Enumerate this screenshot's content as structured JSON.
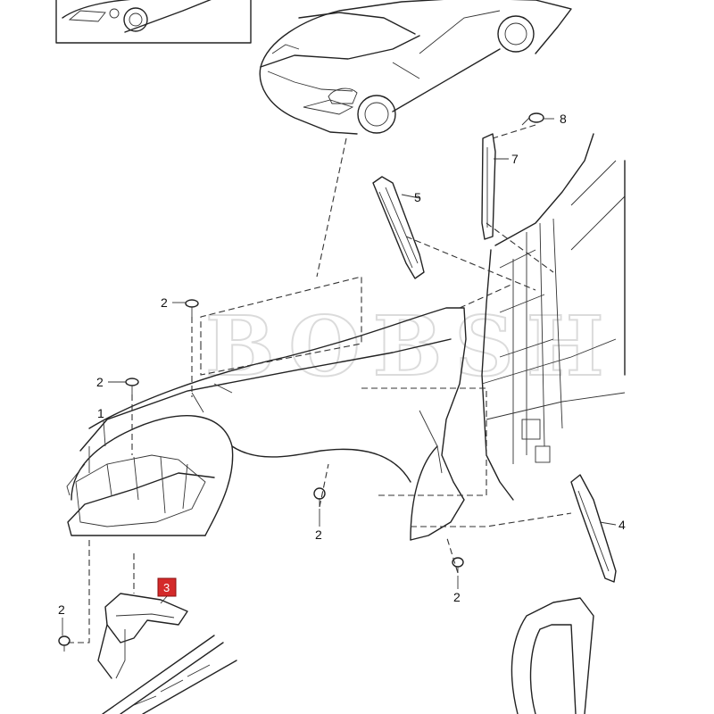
{
  "watermark": "BOBSH",
  "callouts": {
    "c1": "1",
    "c2a": "2",
    "c2b": "2",
    "c2c": "2",
    "c2d": "2",
    "c2e": "2",
    "c3": "3",
    "c4": "4",
    "c5": "5",
    "c7": "7",
    "c8": "8"
  },
  "highlight": {
    "callout": "3",
    "color": "#d42a2a"
  }
}
